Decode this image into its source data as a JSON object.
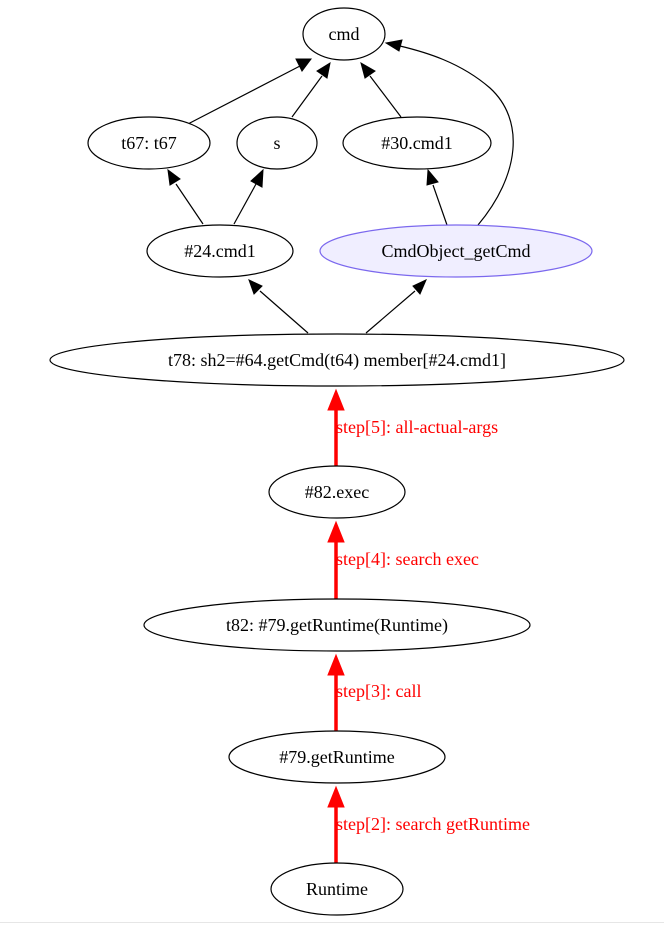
{
  "colors": {
    "node_stroke": "#000000",
    "highlight_fill": "#f0eeff",
    "highlight_stroke": "#7b68ee",
    "step_color": "#ff0000"
  },
  "nodes": {
    "cmd": "cmd",
    "t67": "t67: t67",
    "s": "s",
    "cmd30": "#30.cmd1",
    "cmd24": "#24.cmd1",
    "getcmd": "CmdObject_getCmd",
    "t78": "t78: sh2=#64.getCmd(t64) member[#24.cmd1]",
    "exec82": "#82.exec",
    "t82": "t82: #79.getRuntime(Runtime)",
    "getruntime79": "#79.getRuntime",
    "runtime": "Runtime"
  },
  "steps": {
    "step5": "step[5]: all-actual-args",
    "step4": "step[4]: search exec",
    "step3": "step[3]: call",
    "step2": "step[2]: search getRuntime"
  }
}
